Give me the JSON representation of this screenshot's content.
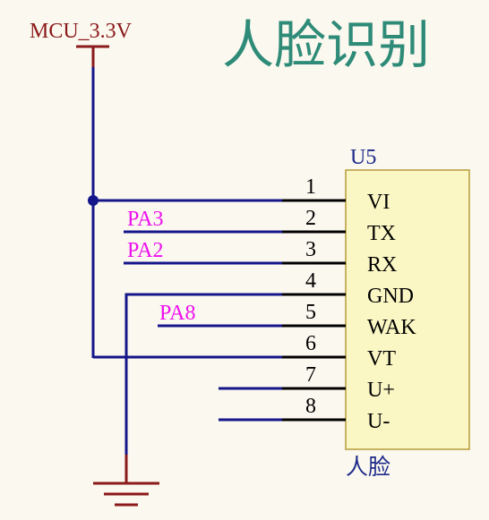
{
  "title": "人脸识别",
  "power": {
    "label": "MCU_3.3V"
  },
  "component": {
    "designator": "U5",
    "comment": "人脸",
    "pins": [
      {
        "number": "1",
        "name": "VI",
        "net": ""
      },
      {
        "number": "2",
        "name": "TX",
        "net": "PA3"
      },
      {
        "number": "3",
        "name": "RX",
        "net": "PA2"
      },
      {
        "number": "4",
        "name": "GND",
        "net": ""
      },
      {
        "number": "5",
        "name": "WAK",
        "net": "PA8"
      },
      {
        "number": "6",
        "name": "VT",
        "net": ""
      },
      {
        "number": "7",
        "name": "U+",
        "net": ""
      },
      {
        "number": "8",
        "name": "U-",
        "net": ""
      }
    ]
  },
  "colors": {
    "background": "#fbf8ef",
    "title": "#2e8b78",
    "wire": "#14168a",
    "pin": "#000000",
    "power": "#8b1a1a",
    "net_label": "#ee11ee",
    "component_fill": "#fbf7c4",
    "component_border": "#b79a3a",
    "designator": "#1d2a8a"
  }
}
